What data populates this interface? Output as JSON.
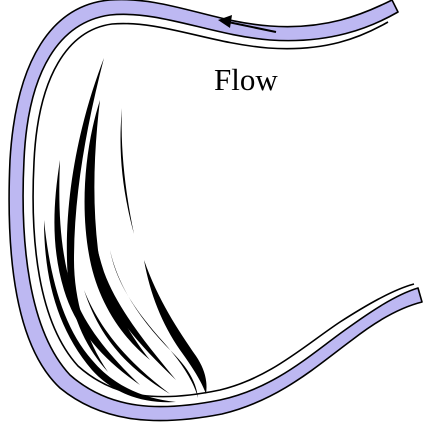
{
  "diagram": {
    "label": "Flow",
    "colors": {
      "channel_fill": "#bdb8f2",
      "channel_outline": "#000000",
      "strands": "#000000",
      "background": "#ffffff"
    },
    "elements": {
      "channel": "curved-channel",
      "arrow": "flow-direction-arrow",
      "strands": "fibrous-strands"
    }
  }
}
